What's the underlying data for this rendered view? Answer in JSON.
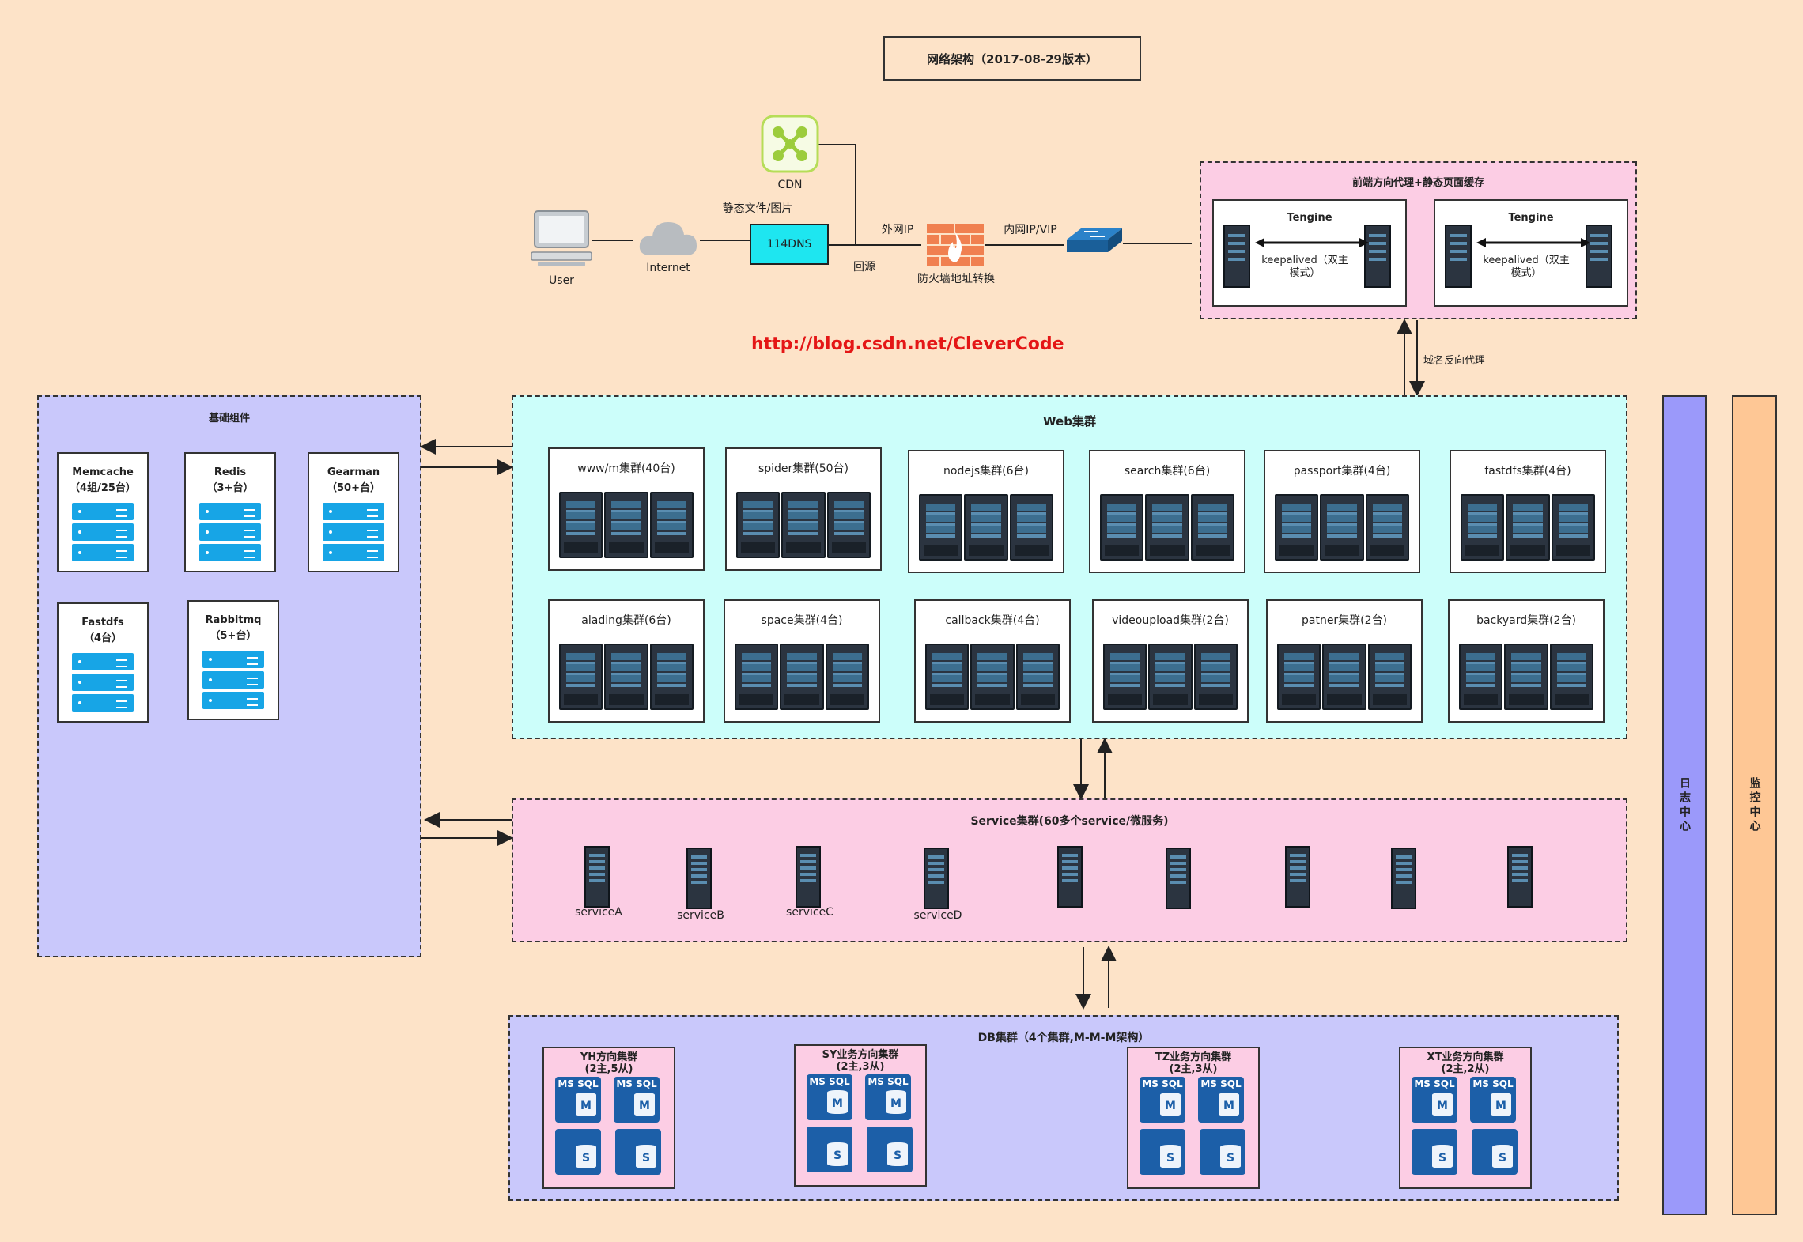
{
  "title": "网络架构（2017-08-29版本）",
  "top": {
    "user": "User",
    "internet": "Internet",
    "cdn": "CDN",
    "static_label": "静态文件/图片",
    "dns": "114DNS",
    "outer_ip": "外网IP",
    "back_origin": "回源",
    "firewall": "防火墙地址转换",
    "inner_ip": "内网IP/VIP",
    "blog": "http://blog.csdn.net/CleverCode"
  },
  "proxy": {
    "title": "前端方向代理+静态页面缓存",
    "tengine_left": "Tengine",
    "tengine_right": "Tengine",
    "keep_left": "keepalived（双主模式）",
    "keep_right": "keepalived（双主模式）",
    "domain_proxy": "域名反向代理"
  },
  "base": {
    "title": "基础组件",
    "items": [
      {
        "name": "Memcache",
        "sub": "（4组/25台）"
      },
      {
        "name": "Redis",
        "sub": "（3+台）"
      },
      {
        "name": "Gearman",
        "sub": "（50+台）"
      },
      {
        "name": "Fastdfs",
        "sub": "（4台）"
      },
      {
        "name": "Rabbitmq",
        "sub": "（5+台）"
      }
    ]
  },
  "web": {
    "title": "Web集群",
    "clusters": [
      "www/m集群(40台)",
      "spider集群(50台)",
      "nodejs集群(6台)",
      "search集群(6台)",
      "passport集群(4台)",
      "fastdfs集群(4台)",
      "alading集群(6台)",
      "space集群(4台)",
      "callback集群(4台)",
      "videoupload集群(2台)",
      "patner集群(2台)",
      "backyard集群(2台)"
    ]
  },
  "service": {
    "title": "Service集群(60多个service/微服务)",
    "labels": [
      "serviceA",
      "serviceB",
      "serviceC",
      "serviceD"
    ]
  },
  "db": {
    "title": "DB集群（4个集群,M-M-M架构）",
    "clusters": [
      {
        "name": "YH方向集群",
        "sub": "(2主,5从)"
      },
      {
        "name": "SY业务方向集群",
        "sub": "(2主,3从)"
      },
      {
        "name": "TZ业务方向集群",
        "sub": "(2主,3从)"
      },
      {
        "name": "XT业务方向集群",
        "sub": "(2主,2从)"
      }
    ],
    "ms_sql": "MS SQL",
    "m": "M",
    "s": "S"
  },
  "side": {
    "log": "日志中心",
    "monitor": "监控中心"
  }
}
